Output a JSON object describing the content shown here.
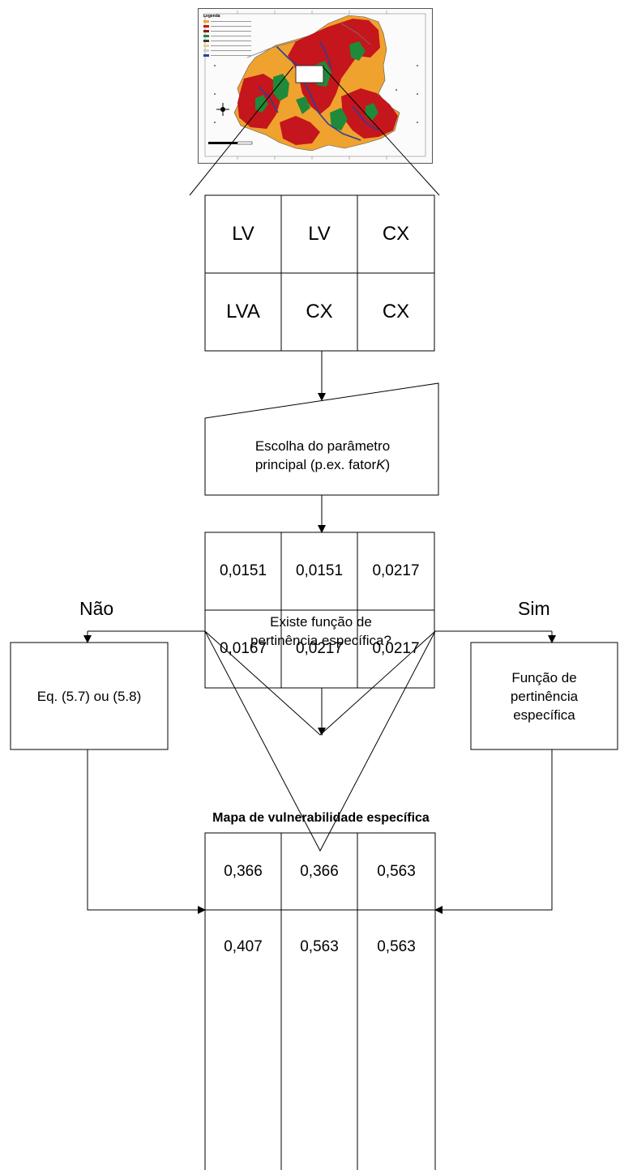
{
  "map": {
    "legend_title": "Legenda",
    "colors": {
      "orange": "#f0a22e",
      "red": "#c4161c",
      "green": "#1f8a3a",
      "blue": "#2b3f9a",
      "grey": "#a9a9a9"
    }
  },
  "soil_grid": {
    "rows": [
      [
        "LV",
        "LV",
        "CX"
      ],
      [
        "LVA",
        "CX",
        "CX"
      ]
    ]
  },
  "choice_box": {
    "line1": "Escolha do parâmetro",
    "line2_prefix": "principal (p.ex. fator",
    "line2_var": "K",
    "line2_suffix": ")"
  },
  "k_grid": {
    "rows": [
      [
        "0,0151",
        "0,0151",
        "0,0217"
      ],
      [
        "0,0167",
        "0,0217",
        "0,0217"
      ]
    ]
  },
  "decision": {
    "line1": "Existe função de",
    "line2": "pertinência específica?",
    "no_label": "Não",
    "yes_label": "Sim"
  },
  "left_box": {
    "text": "Eq. (5.7) ou (5.8)"
  },
  "right_box": {
    "line1": "Função de",
    "line2": "pertinência",
    "line3": "específica"
  },
  "result": {
    "title": "Mapa de vulnerabilidade específica",
    "rows": [
      [
        "0,366",
        "0,366",
        "0,563"
      ],
      [
        "0,407",
        "0,563",
        "0,563"
      ]
    ]
  }
}
